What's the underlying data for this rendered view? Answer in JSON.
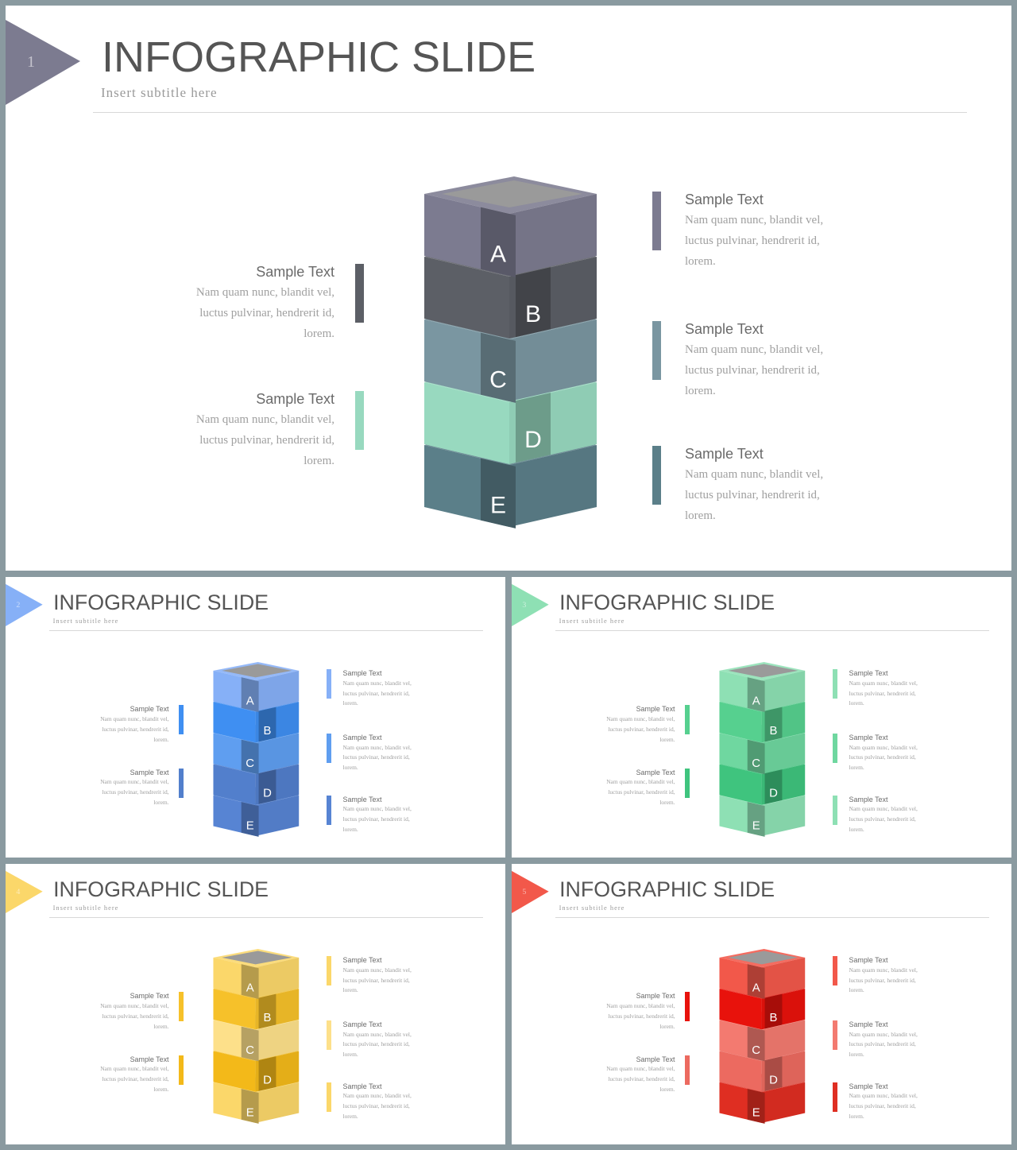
{
  "body_text": "Nam quam nunc, blandit vel,\nluctus pulvinar, hendrerit id,\nlorem.",
  "slides": [
    {
      "num": "1",
      "title": "INFOGRAPHIC SLIDE",
      "subtitle": "Insert subtitle here",
      "accent": "#7c7b90",
      "items": [
        {
          "letter": "A",
          "heading": "Sample Text",
          "color": "#7c7b90"
        },
        {
          "letter": "B",
          "heading": "Sample Text",
          "color": "#5c5f66"
        },
        {
          "letter": "C",
          "heading": "Sample Text",
          "color": "#7a96a1"
        },
        {
          "letter": "D",
          "heading": "Sample Text",
          "color": "#98d9bf"
        },
        {
          "letter": "E",
          "heading": "Sample Text",
          "color": "#5b7f89"
        }
      ]
    },
    {
      "num": "2",
      "title": "INFOGRAPHIC SLIDE",
      "subtitle": "Insert subtitle here",
      "accent": "#86b0f7",
      "items": [
        {
          "letter": "A",
          "heading": "Sample Text",
          "color": "#86b0f7"
        },
        {
          "letter": "B",
          "heading": "Sample Text",
          "color": "#3f8ff2"
        },
        {
          "letter": "C",
          "heading": "Sample Text",
          "color": "#5f9ef0"
        },
        {
          "letter": "D",
          "heading": "Sample Text",
          "color": "#527fcc"
        },
        {
          "letter": "E",
          "heading": "Sample Text",
          "color": "#5784d3"
        }
      ]
    },
    {
      "num": "3",
      "title": "INFOGRAPHIC SLIDE",
      "subtitle": "Insert subtitle here",
      "accent": "#8ee0b4",
      "items": [
        {
          "letter": "A",
          "heading": "Sample Text",
          "color": "#8ee0b4"
        },
        {
          "letter": "B",
          "heading": "Sample Text",
          "color": "#56d08f"
        },
        {
          "letter": "C",
          "heading": "Sample Text",
          "color": "#6fd7a0"
        },
        {
          "letter": "D",
          "heading": "Sample Text",
          "color": "#3fc47e"
        },
        {
          "letter": "E",
          "heading": "Sample Text",
          "color": "#8ee0b4"
        }
      ]
    },
    {
      "num": "4",
      "title": "INFOGRAPHIC SLIDE",
      "subtitle": "Insert subtitle here",
      "accent": "#fbd76a",
      "items": [
        {
          "letter": "A",
          "heading": "Sample Text",
          "color": "#fbd76a"
        },
        {
          "letter": "B",
          "heading": "Sample Text",
          "color": "#f6c12a"
        },
        {
          "letter": "C",
          "heading": "Sample Text",
          "color": "#fde08a"
        },
        {
          "letter": "D",
          "heading": "Sample Text",
          "color": "#f3b919"
        },
        {
          "letter": "E",
          "heading": "Sample Text",
          "color": "#fbd76a"
        }
      ]
    },
    {
      "num": "5",
      "title": "INFOGRAPHIC SLIDE",
      "subtitle": "Insert subtitle here",
      "accent": "#f2584a",
      "items": [
        {
          "letter": "A",
          "heading": "Sample Text",
          "color": "#f2584a"
        },
        {
          "letter": "B",
          "heading": "Sample Text",
          "color": "#e8120c"
        },
        {
          "letter": "C",
          "heading": "Sample Text",
          "color": "#f37a70"
        },
        {
          "letter": "D",
          "heading": "Sample Text",
          "color": "#ec6a60"
        },
        {
          "letter": "E",
          "heading": "Sample Text",
          "color": "#df2e22"
        }
      ]
    }
  ]
}
